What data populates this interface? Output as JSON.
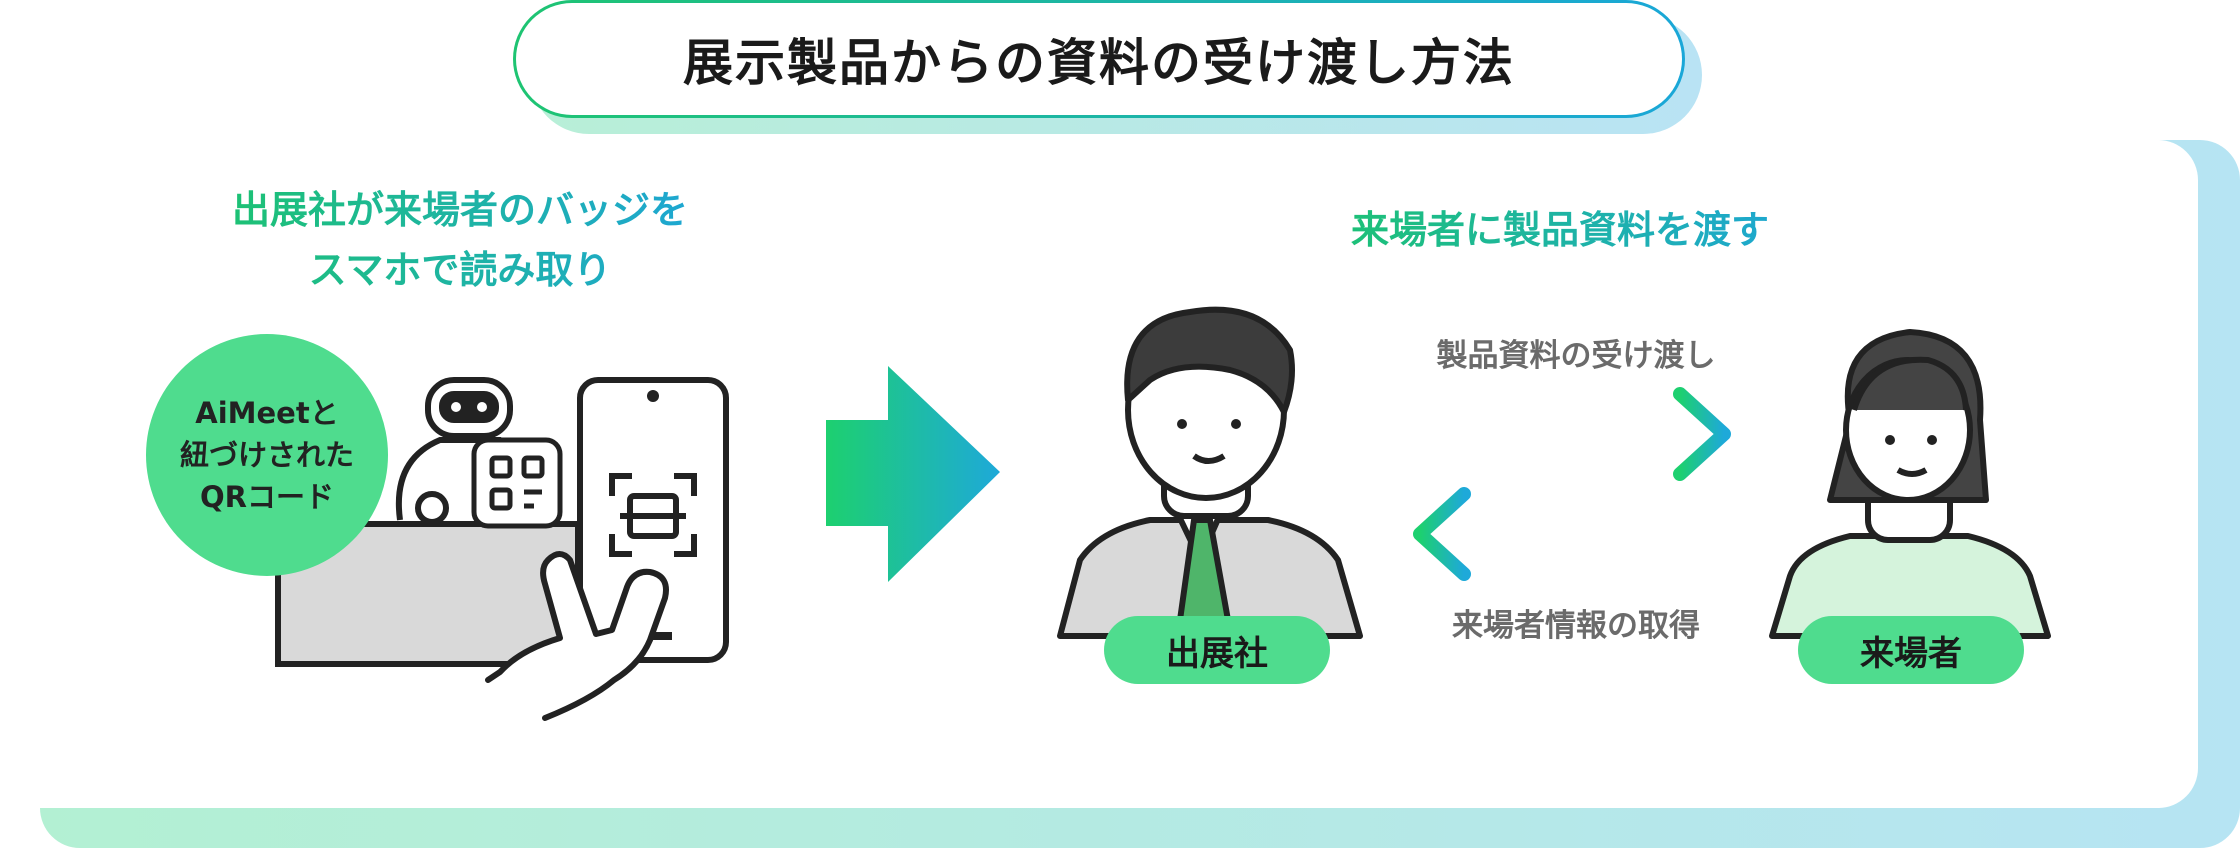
{
  "title": "展示製品からの資料の受け渡し方法",
  "left": {
    "heading_line1": "出展社が来場者のバッジを",
    "heading_line2": "スマホで読み取り",
    "circle_line1": "AiMeetと",
    "circle_line2": "紐づけされた",
    "circle_line3": "QRコード"
  },
  "right": {
    "heading": "来場者に製品資料を渡す",
    "arrow_top_label": "製品資料の受け渡し",
    "arrow_bottom_label": "来場者情報の取得",
    "exhibitor_label": "出展社",
    "visitor_label": "来場者"
  },
  "colors": {
    "green": "#1dc36e",
    "blue": "#1ea5d8",
    "badge_green": "#4fdc8e"
  }
}
